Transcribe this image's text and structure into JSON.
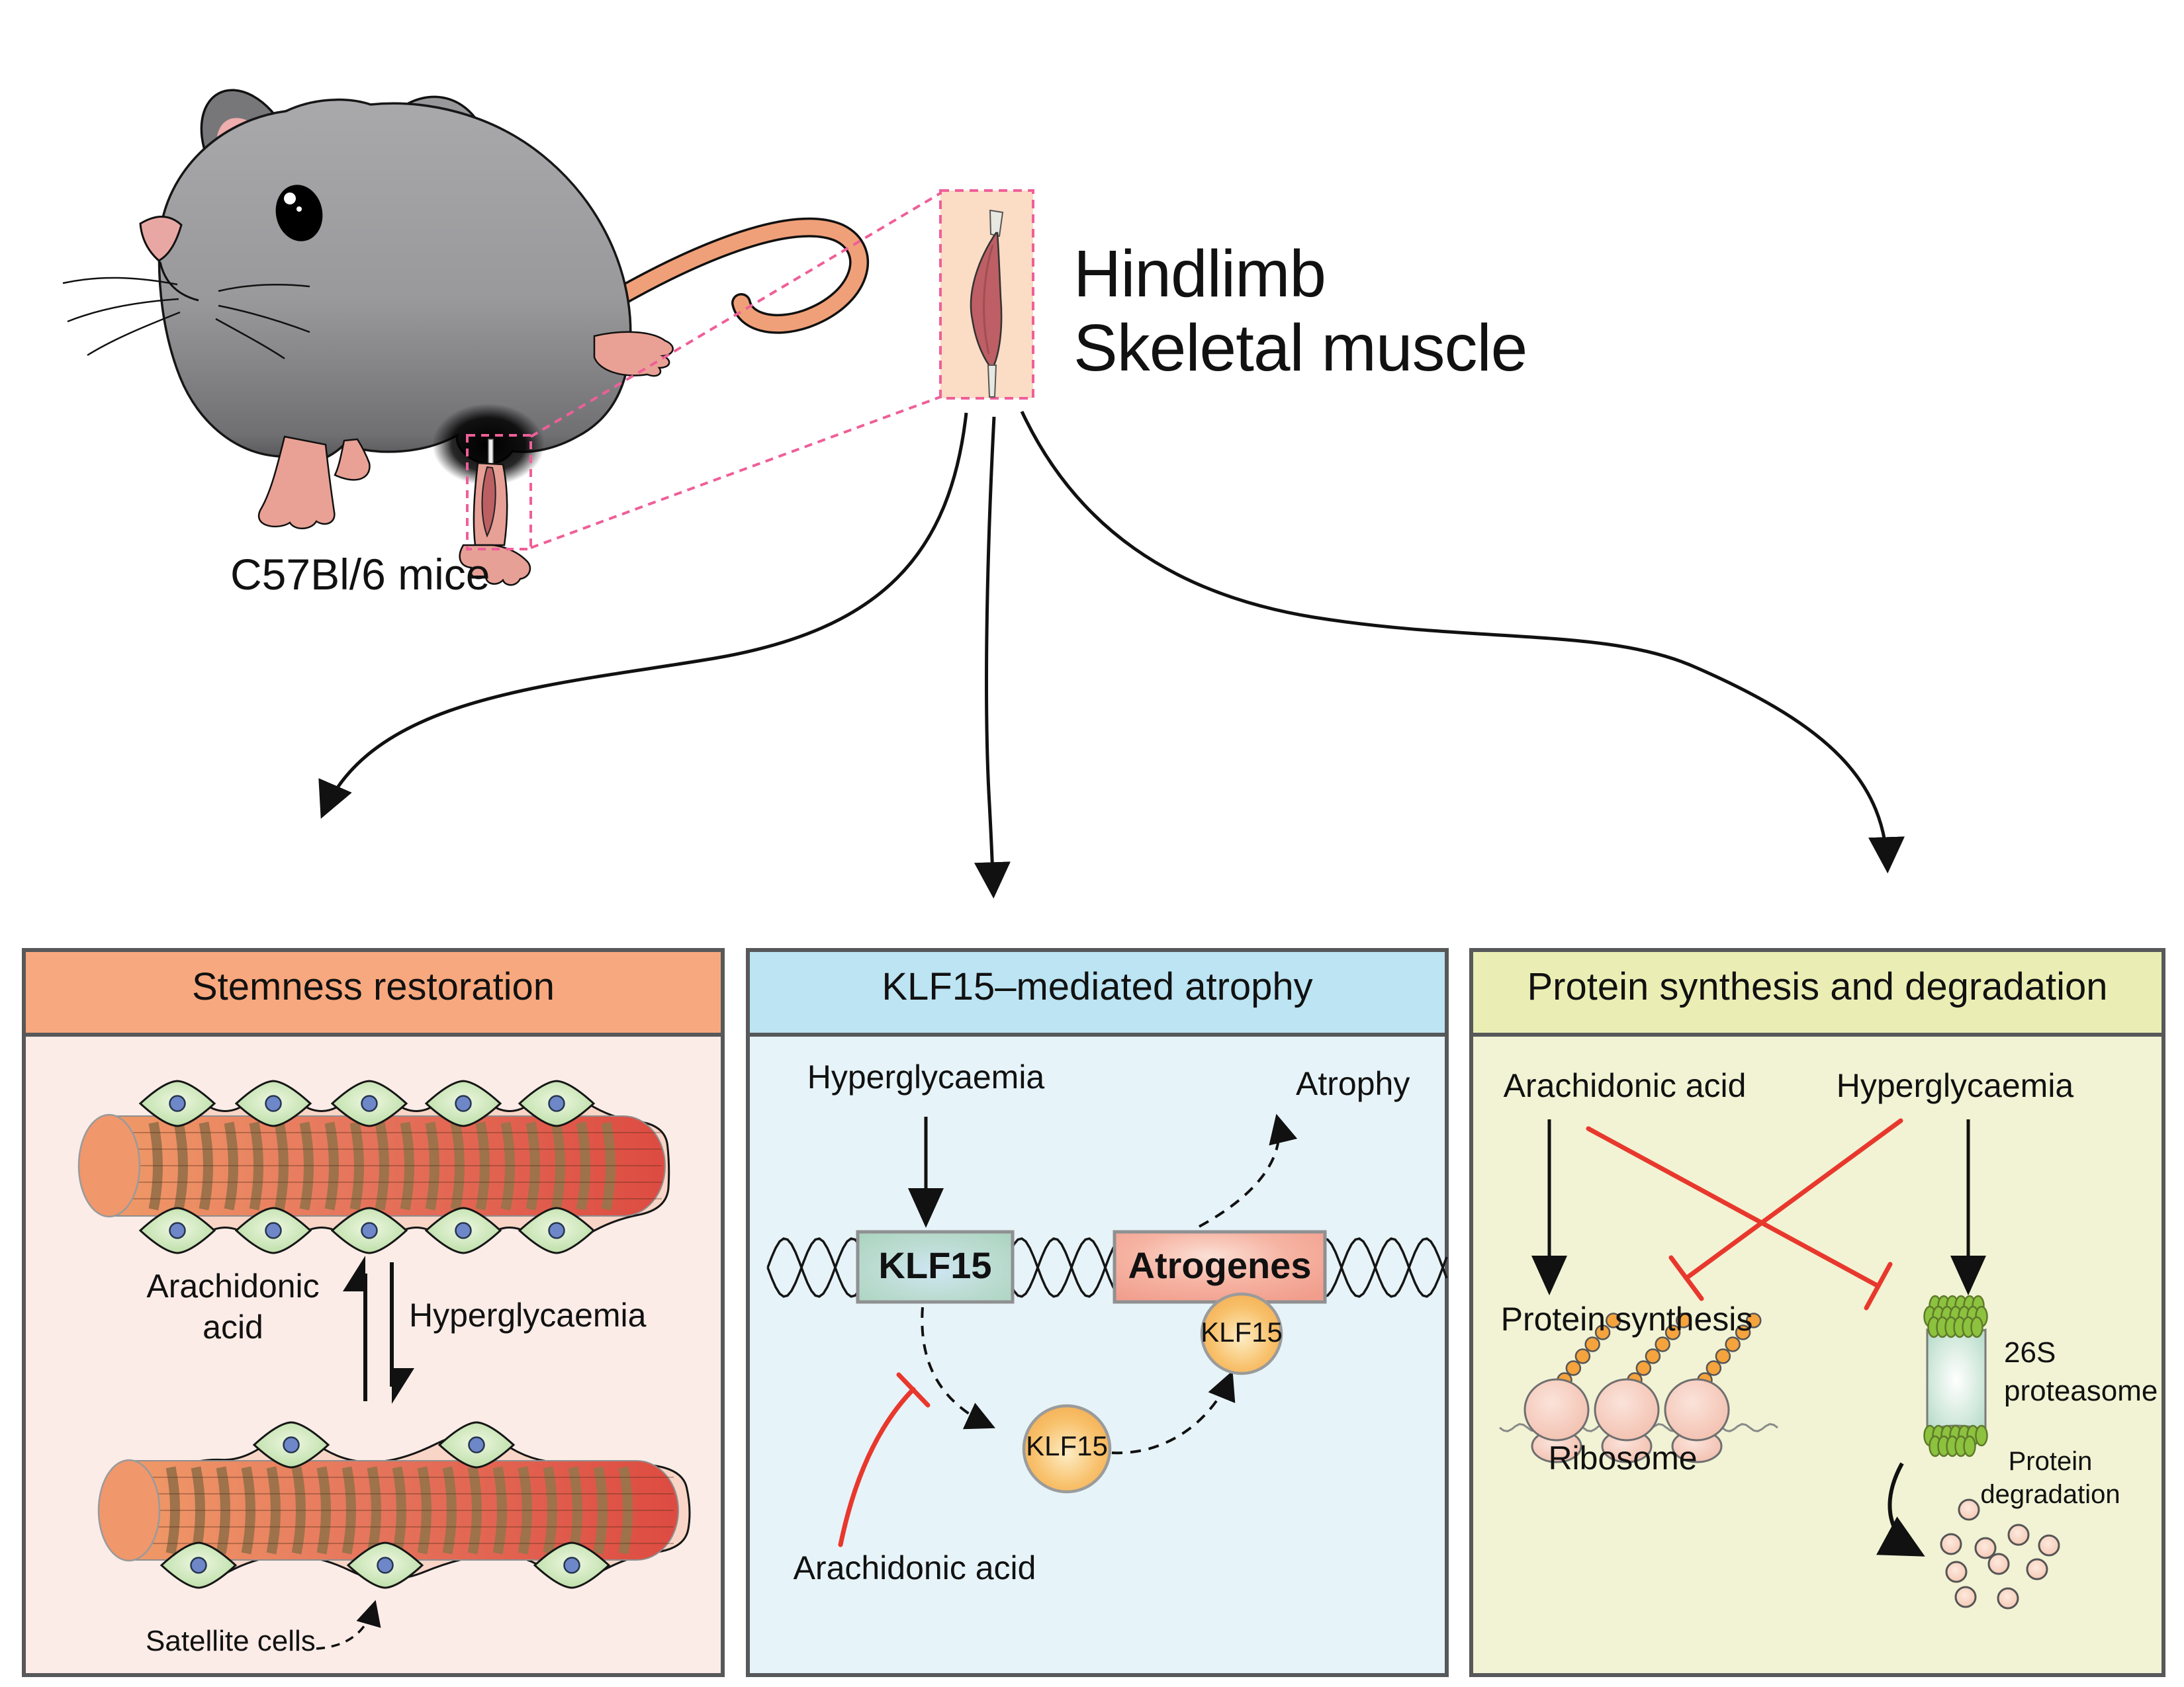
{
  "title": {
    "line1": "Hindlimb",
    "line2": "Skeletal muscle"
  },
  "mouse": {
    "label": "C57Bl/6 mice"
  },
  "panel_stemness": {
    "header": "Stemness restoration",
    "arachidonic_line1": "Arachidonic",
    "arachidonic_line2": "acid",
    "hyperglycaemia": "Hyperglycaemia",
    "satellite_cells": "Satellite cells"
  },
  "panel_klf15": {
    "header": "KLF15–mediated atrophy",
    "hyperglycaemia": "Hyperglycaemia",
    "atrophy": "Atrophy",
    "klf15_gene": "KLF15",
    "atrogenes": "Atrogenes",
    "klf15_protein_a": "KLF15",
    "klf15_protein_b": "KLF15",
    "arachidonic_acid": "Arachidonic acid"
  },
  "panel_protein": {
    "header": "Protein synthesis and degradation",
    "arachidonic_acid": "Arachidonic acid",
    "hyperglycaemia": "Hyperglycaemia",
    "protein_synthesis": "Protein synthesis",
    "ribosome": "Ribosome",
    "proteasome_line1": "26S",
    "proteasome_line2": "proteasome",
    "degradation_line1": "Protein",
    "degradation_line2": "degradation"
  },
  "colors": {
    "panel_border": "#57585a",
    "stemness_header_bg": "#f8a87e",
    "stemness_body_bg": "#fbece7",
    "klf15_header_bg": "#bce4f2",
    "klf15_body_bg": "#e6f3f8",
    "protein_header_bg": "#ebeeb4",
    "protein_body_bg": "#f1f3d4",
    "inhibition_red": "#e8382d",
    "dashed_pink": "#ef5f98",
    "fiber_orange": "#f09a68",
    "fiber_red": "#dd4b41",
    "band_brown": "#9e724a",
    "satellite_green": "#b5dba0",
    "nucleus_blue": "#6e87c9",
    "klf15_circle_orange": "#f4b259",
    "proteasome_teal": "#bfe0d2",
    "proteasome_green": "#8cc23e",
    "ribosome_pink": "#f2bfae"
  }
}
